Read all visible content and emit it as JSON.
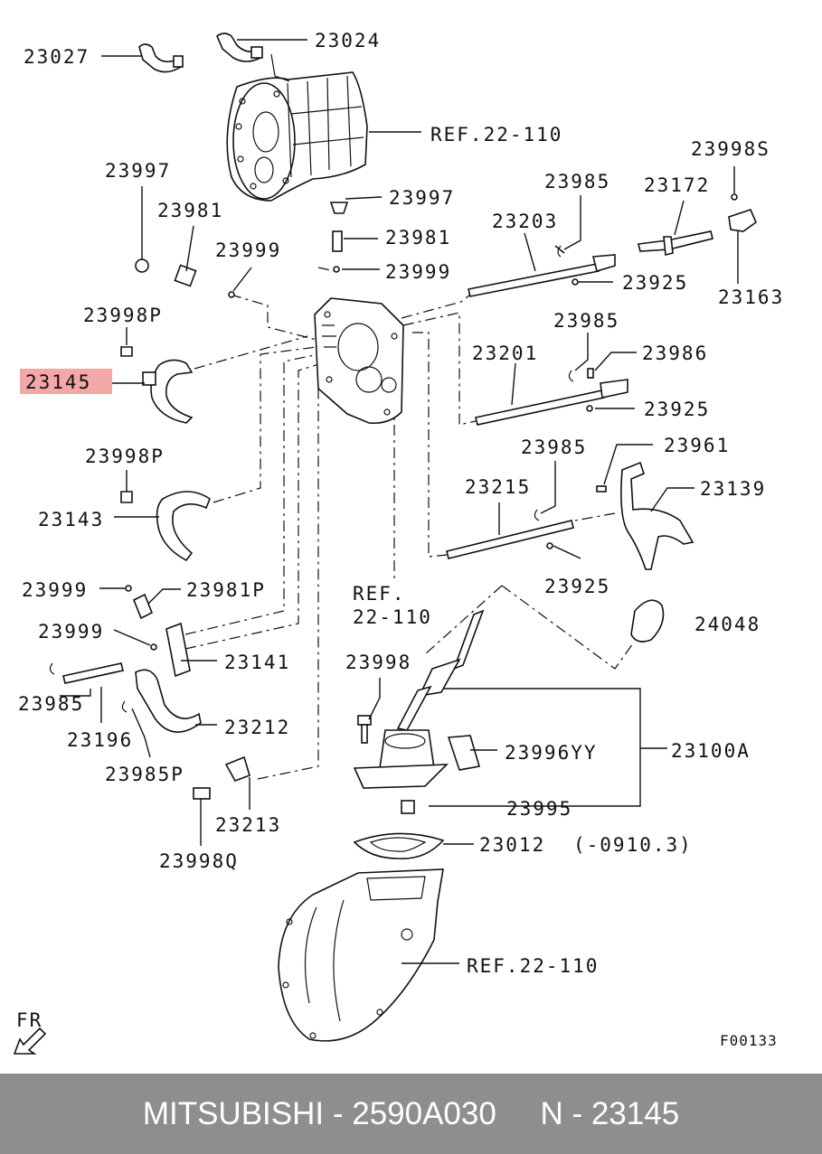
{
  "diagram": {
    "labels": {
      "l23027": "23027",
      "l23024": "23024",
      "ref1": "REF.22-110",
      "l23997a": "23997",
      "l23981a": "23981",
      "l23999a": "23999",
      "l23997b": "23997",
      "l23981b": "23981",
      "l23999b": "23999",
      "l23985a": "23985",
      "l23172": "23172",
      "l23998s": "23998S",
      "l23203": "23203",
      "l23925a": "23925",
      "l23163": "23163",
      "l23998p1": "23998P",
      "l23145": "23145",
      "l23985b": "23985",
      "l23986": "23986",
      "l23201": "23201",
      "l23925b": "23925",
      "l23998p2": "23998P",
      "l23985c": "23985",
      "l23961": "23961",
      "l23215": "23215",
      "l23139": "23139",
      "l23143": "23143",
      "l23925c": "23925",
      "l23999c": "23999",
      "l23981p": "23981P",
      "ref2a": "REF.",
      "ref2b": "22-110",
      "l24048": "24048",
      "l23999d": "23999",
      "l23141": "23141",
      "l23998": "23998",
      "l23985d": "23985",
      "l23196": "23196",
      "l23212": "23212",
      "l23996yy": "23996YY",
      "l23100a": "23100A",
      "l23985p": "23985P",
      "l23995": "23995",
      "l23213": "23213",
      "l23998q": "23998Q",
      "l23012": "23012",
      "l23012note": "(-0910.3)",
      "ref3": "REF.22-110",
      "fr": "FR",
      "code": "F00133"
    },
    "highlight_label": "23145",
    "highlight_color": "#f08a8a"
  },
  "footer": {
    "text": "MITSUBISHI - 2590A030     N - 23145",
    "background": "#8e8e8e"
  }
}
